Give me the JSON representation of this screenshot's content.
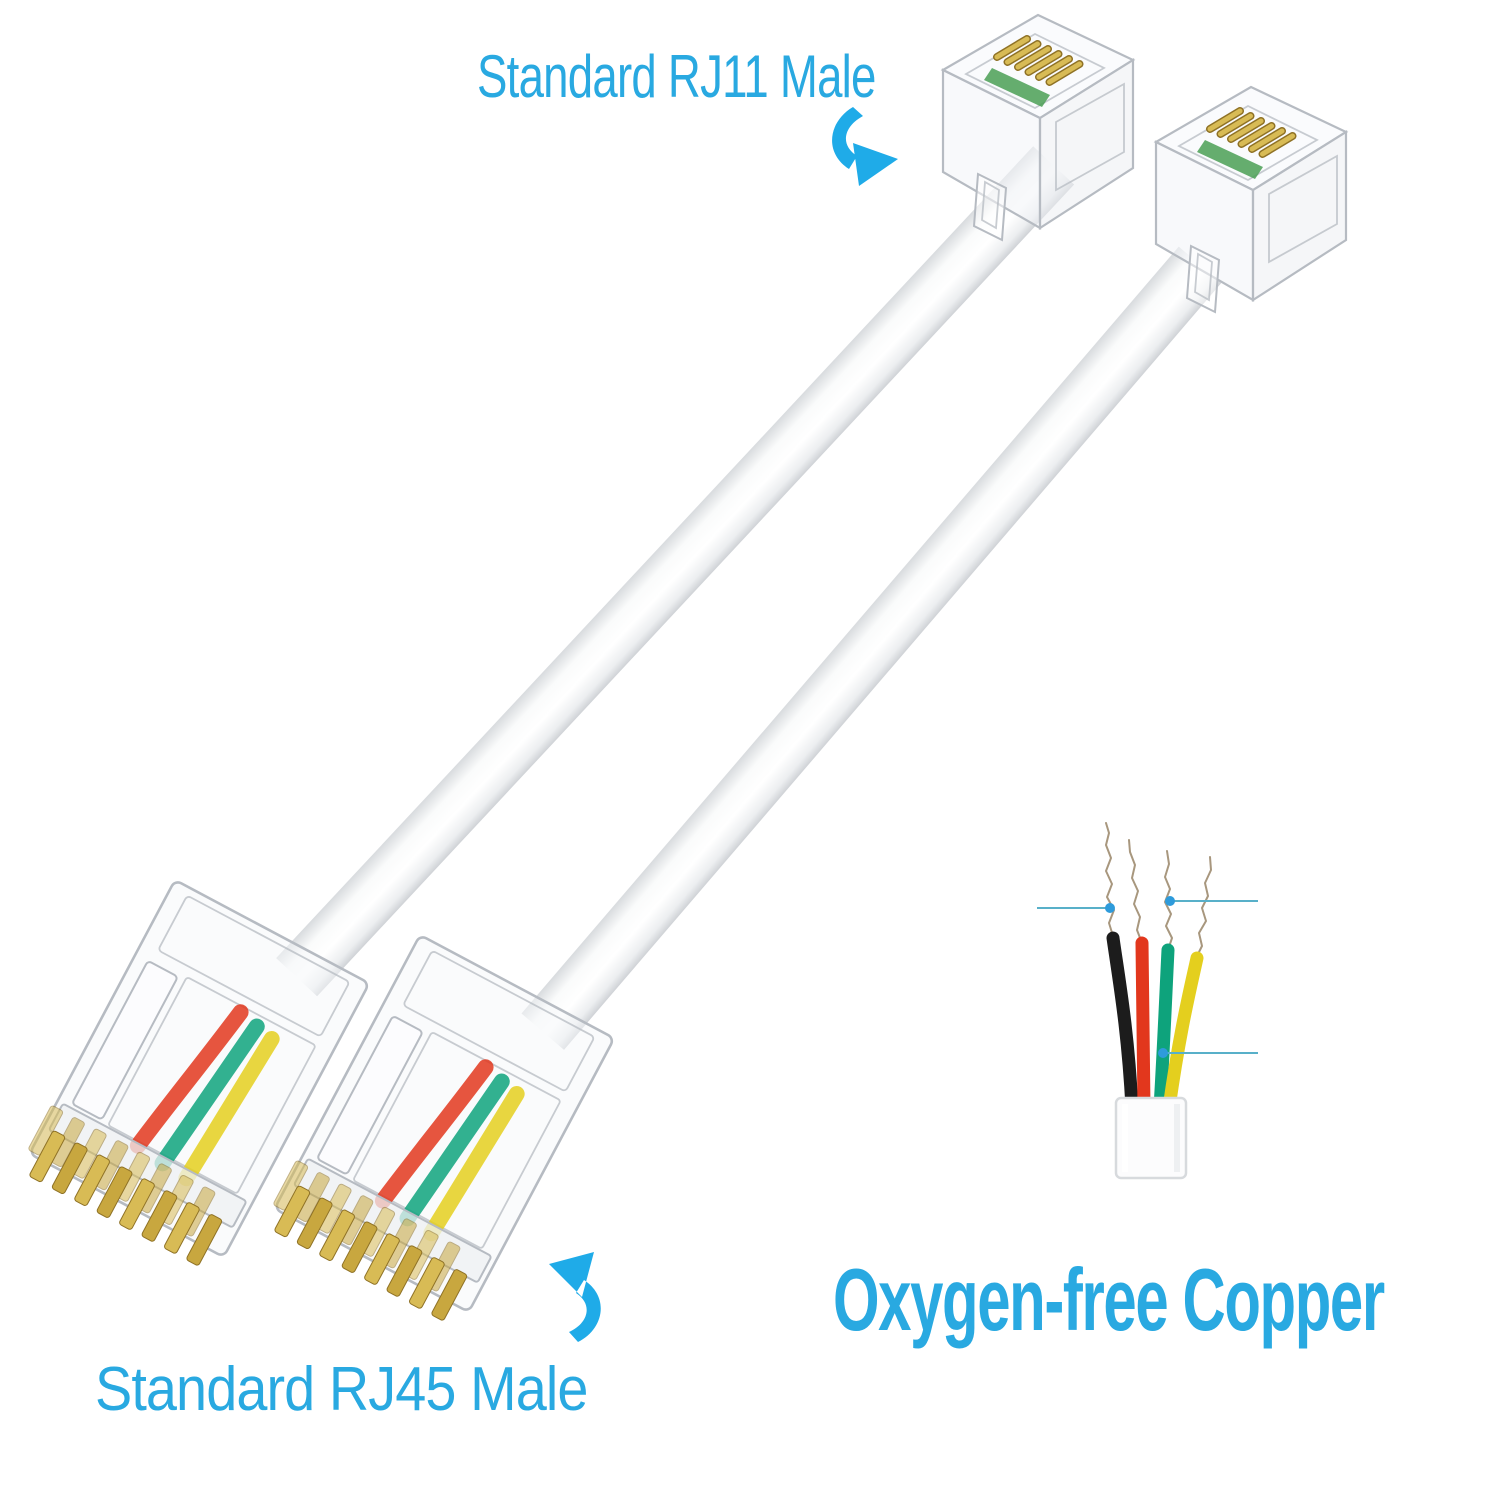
{
  "image": {
    "type": "product-photo",
    "background": "#ffffff",
    "subject": "RJ45 to RJ11 white telephone cable adapter, two cables shown"
  },
  "annotations": {
    "rj11_label": "Standard RJ11 Male",
    "rj45_label": "Standard RJ45 Male",
    "copper_label": "Oxygen-free Copper"
  },
  "icons": {
    "rj11_arrow": "curved-arrow-down-right",
    "rj45_arrow": "curved-arrow-up-left"
  },
  "objects": {
    "rj11_connectors": 2,
    "rj45_connectors": 2,
    "cables": 2,
    "stripped_cable_wires": [
      "black",
      "red",
      "green",
      "yellow"
    ],
    "callout_lines": 3
  },
  "colors": {
    "label_cyan": "#29a9e1",
    "arrow_cyan": "#1fabe8",
    "callout_line": "#58b0c9",
    "callout_dot": "#2e9bdb",
    "plastic_edge": "#b6bbc2",
    "pin_gold": "#d8bb55",
    "pin_gold_dark": "#8f7226",
    "pcb_green": "#4a9f55",
    "copper_strand": "#a8977e",
    "wire_black": "#1c1c1c",
    "wire_red": "#e2371d",
    "wire_green": "#0ea37c",
    "wire_yellow": "#e4cf1e"
  }
}
